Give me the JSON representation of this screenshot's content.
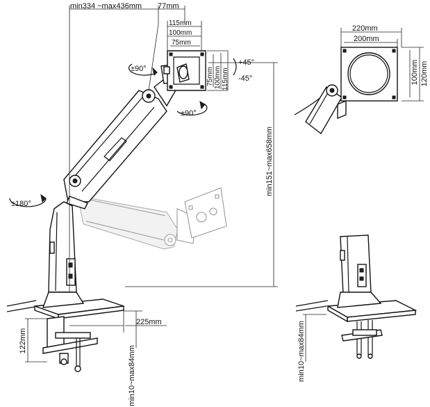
{
  "diagram": {
    "dimensions": {
      "reach_min_max": "min334 ~max436mm",
      "head_depth": "77mm",
      "vesa_w_115": "115mm",
      "vesa_w_100": "100mm",
      "vesa_w_75": "75mm",
      "vesa_h_75": "75mm",
      "vesa_h_100": "100mm",
      "vesa_h_115": "115mm",
      "height_range": "min151~max658mm",
      "base_depth": "225mm",
      "clamp_height": "122mm",
      "desk_thickness_clamp": "min10~max84mm",
      "plate_w_220": "220mm",
      "plate_w_200": "200mm",
      "plate_h_100": "100mm",
      "plate_h_120": "120mm",
      "desk_thickness_grommet": "min10~max84mm"
    },
    "rotations": {
      "swivel_head": "±90°",
      "rotate_screen": "±90°",
      "tilt_up": "+45°",
      "tilt_down": "-45°",
      "pole_swivel": "±180°"
    }
  }
}
